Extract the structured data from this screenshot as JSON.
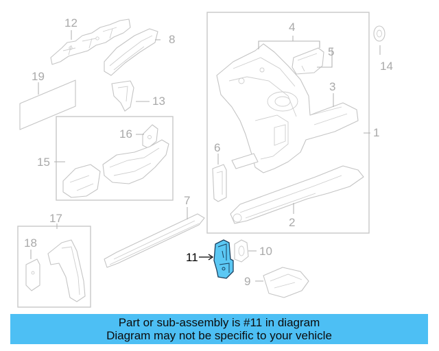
{
  "callouts": {
    "c1": "1",
    "c2": "2",
    "c3": "3",
    "c4": "4",
    "c5": "5",
    "c6": "6",
    "c7": "7",
    "c8": "8",
    "c9": "9",
    "c10": "10",
    "c11": "11",
    "c12": "12",
    "c13": "13",
    "c14": "14",
    "c15": "15",
    "c16": "16",
    "c17": "17",
    "c18": "18",
    "c19": "19"
  },
  "highlighted_part": "11",
  "colors": {
    "highlight_fill": "#5bc8f4",
    "banner_background": "#4dbff4",
    "callout_gray": "#a9a9a9"
  },
  "banner": {
    "line1": "Part or sub-assembly is #11 in diagram",
    "line2": "Diagram may not be specific to your vehicle"
  }
}
